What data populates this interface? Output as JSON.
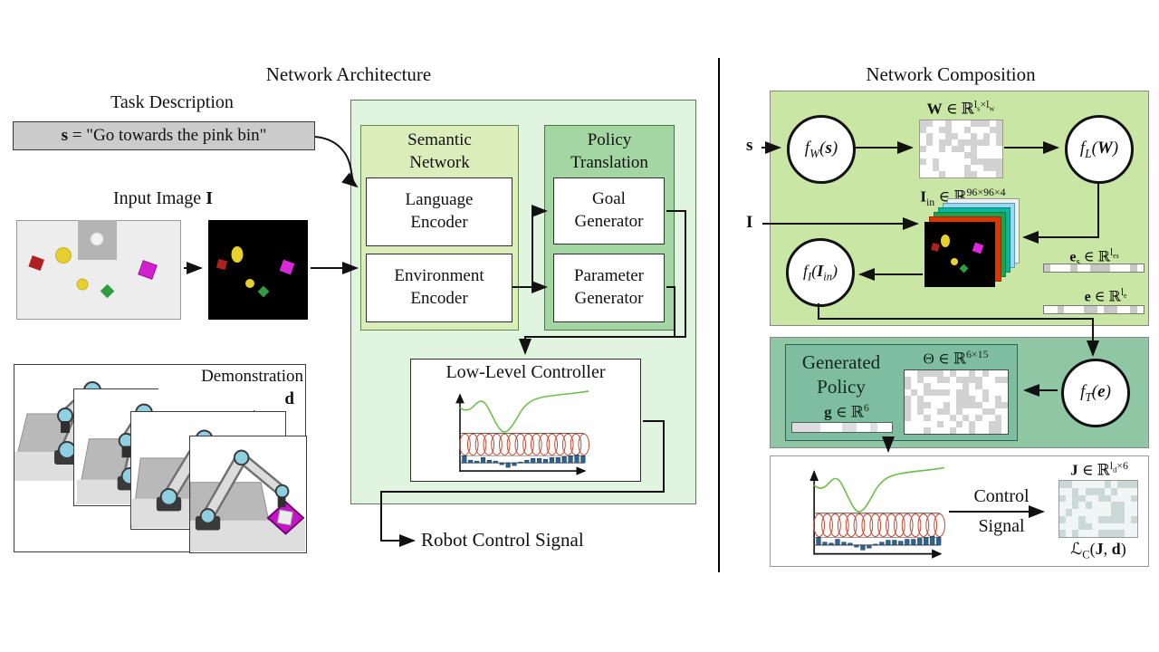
{
  "titles": {
    "left": "Network Architecture",
    "right": "Network Composition"
  },
  "task": {
    "heading": "Task Description",
    "value": "*s* = \"Go towards the pink bin\""
  },
  "input_image": {
    "label": "Input Image *I*"
  },
  "demo": {
    "label": "Demonstration",
    "symbol": "*d*"
  },
  "arch": {
    "semantic_title": "Semantic Network",
    "language_encoder": "Language Encoder",
    "environment_encoder": "Environment Encoder",
    "policy_title": "Policy Translation",
    "goal_generator": "Goal Generator",
    "parameter_generator": "Parameter Generator",
    "controller_title": "Low-Level Controller",
    "robot_signal": "Robot Control Signal"
  },
  "comp": {
    "s_input": "*s*",
    "i_input": "*I*",
    "fw": "f_{W}(*s*)",
    "fl": "f_{L}(*W*)",
    "fi": "f_{I}(*I*_{in})",
    "ft": "f_{T}(*e*)",
    "w_label": "*W* ∈ ℝ^{l_{s}×l_{w}}",
    "iin_label": "*I*_{in} ∈ ℝ^{96×96×4}",
    "es_label": "*e*_{s} ∈ ℝ^{l_{es}}",
    "e_label": "*e* ∈ ℝ^{l_{e}}",
    "genpolicy_title": "Generated Policy",
    "g_label": "*g* ∈ ℝ^{6}",
    "theta_label": "Θ ∈ ℝ^{6×15}",
    "control_line1": "Control",
    "control_line2": "Signal",
    "j_label": "*J* ∈ ℝ^{l_{d}×6}",
    "loss_label": "ℒ_{C}(*J*, *d*)"
  },
  "colors": {
    "arch_bg": "#e0f4e0",
    "semantic_bg": "#dcedbc",
    "policy_bg": "#a3d6a2",
    "comp_bg": "#c9e6a5",
    "genpolicy_outer": "#8fc7a4",
    "genpolicy_inner": "#7fbda0",
    "task_bg": "#cbcbcb",
    "magenta": "#d020d0",
    "curve_green": "#6fbf4f",
    "basis_red": "#c84a32",
    "bars_blue": "#2f6391"
  }
}
